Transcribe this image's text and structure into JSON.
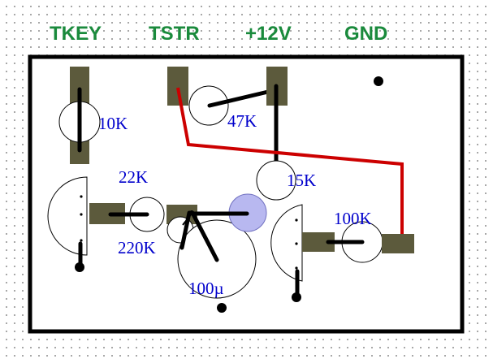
{
  "terminals": {
    "tkey": "TKEY",
    "tstr": "TSTR",
    "v12": "+12V",
    "gnd": "GND"
  },
  "components": {
    "r10k": "10K",
    "r47k": "47K",
    "r22k": "22K",
    "r15k": "15K",
    "r220k": "220K",
    "r100k": "100K",
    "c100u": "100µ"
  },
  "colors": {
    "terminal_text": "#1a8a3c",
    "component_text": "#0000cc",
    "pad": "#5c5a3c",
    "wire_red": "#cc0000",
    "highlight": "#b8b8f0"
  }
}
